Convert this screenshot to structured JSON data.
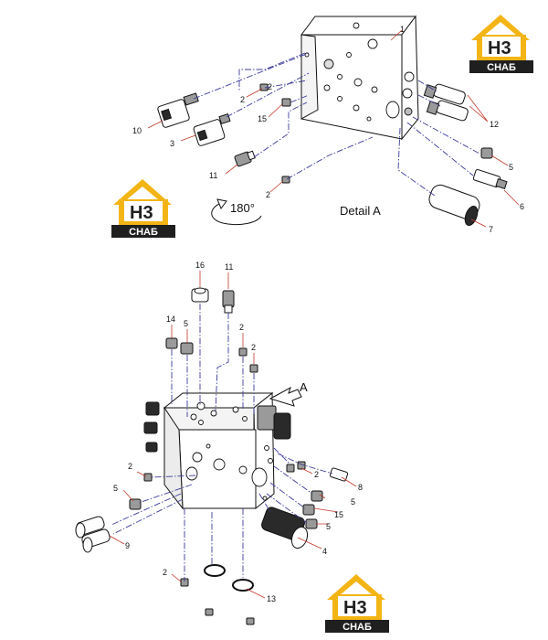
{
  "detail_a": {
    "title": "Detail A",
    "rotation_label": "180°",
    "callouts": [
      "1",
      "2",
      "2",
      "2",
      "3",
      "5",
      "6",
      "7",
      "10",
      "11",
      "12",
      "15"
    ]
  },
  "main_view": {
    "view_marker": "A",
    "callouts": [
      "16",
      "11",
      "14",
      "5",
      "2",
      "2",
      "2",
      "8",
      "2",
      "5",
      "15",
      "5",
      "5",
      "9",
      "4",
      "2",
      "13"
    ]
  },
  "logos": [
    {
      "mark": "H3",
      "text": "СНАБ"
    },
    {
      "mark": "H3",
      "text": "СНАБ"
    },
    {
      "mark": "H3",
      "text": "СНАБ"
    }
  ],
  "colors": {
    "logo_yellow": "#f3b515",
    "logo_dark": "#1f1f1f",
    "dash_blue": "#3b3b9a",
    "leader_red": "#c0392b"
  }
}
